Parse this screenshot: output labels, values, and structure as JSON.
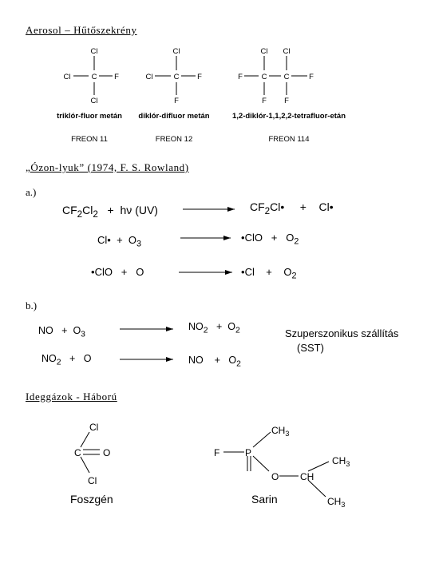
{
  "sections": {
    "aerosol": "Aerosol – Hűtőszekrény",
    "ozone": "„Ózon-lyuk” (1974, F. S. Rowland)",
    "nerve": "Ideggázok - Háború"
  },
  "freons": {
    "atoms": {
      "cl": "Cl",
      "c": "C",
      "f": "F"
    },
    "freon11": {
      "name": "triklór-fluor metán",
      "label": "FREON 11"
    },
    "freon12": {
      "name": "diklór-difluor metán",
      "label": "FREON 12"
    },
    "freon114": {
      "name": "1,2-diklór-1,1,2,2-tetrafluor-etán",
      "label": "FREON 114"
    }
  },
  "part_a": {
    "label": "a.)",
    "r1": {
      "left": "CF",
      "left_s1": "2",
      "left_m": "Cl",
      "left_s2": "2",
      "plus": "+",
      "hv": "hν (UV)",
      "p1": "CF",
      "p1_s1": "2",
      "p1_m": "Cl",
      "dot": "•",
      "p2": "Cl"
    },
    "r2": {
      "l1": "Cl",
      "l2": "O",
      "l2_sub": "3",
      "p1": "ClO",
      "p2": "O",
      "p2_sub": "2"
    },
    "r3": {
      "l1": "ClO",
      "l2": "O",
      "p1": "Cl",
      "p2": "O",
      "p2_sub": "2"
    }
  },
  "part_b": {
    "label": "b.)",
    "r1": {
      "l1": "NO",
      "l2": "O",
      "l2_sub": "3",
      "p1": "NO",
      "p1_sub": "2",
      "p2": "O",
      "p2_sub": "2"
    },
    "r2": {
      "l1": "NO",
      "l1_sub": "2",
      "l2": "O",
      "p1": "NO",
      "p2": "O",
      "p2_sub": "2"
    },
    "note1": "Szuperszonikus szállítás",
    "note2": "(SST)"
  },
  "nerve_agents": {
    "phosgene": {
      "cl": "Cl",
      "c": "C",
      "o": "O",
      "name": "Foszgén"
    },
    "sarin": {
      "f": "F",
      "p": "P",
      "o": "O",
      "ch3": "CH",
      "ch": "CH",
      "sub3": "3",
      "name": "Sarin"
    }
  }
}
